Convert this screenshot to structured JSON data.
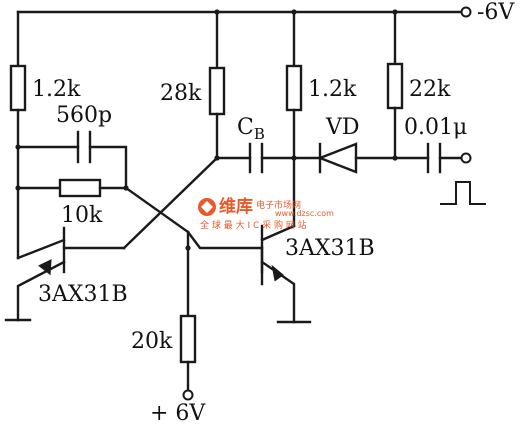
{
  "labels": {
    "supply_neg": "-6V",
    "supply_pos": "+ 6V",
    "r_left_collector": "1.2k",
    "c_speedup": "560p",
    "r_feedback": "10k",
    "transistor_left": "3AX31B",
    "r_mid_base": "28k",
    "c_b": "C",
    "c_b_sub": "B",
    "r_right_collector": "1.2k",
    "r_bias": "22k",
    "diode": "VD",
    "c_input": "0.01μ",
    "transistor_right": "3AX31B",
    "r_emitter_bias": "20k"
  },
  "watermark": {
    "brand": "维库",
    "tagline": "电子市场网",
    "subtitle": "全 球 最 大 I C 采 购 网 站",
    "url": "www.dzsc.com"
  },
  "colors": {
    "ink": "#1a1a1a",
    "watermark": "#e85a2a"
  }
}
